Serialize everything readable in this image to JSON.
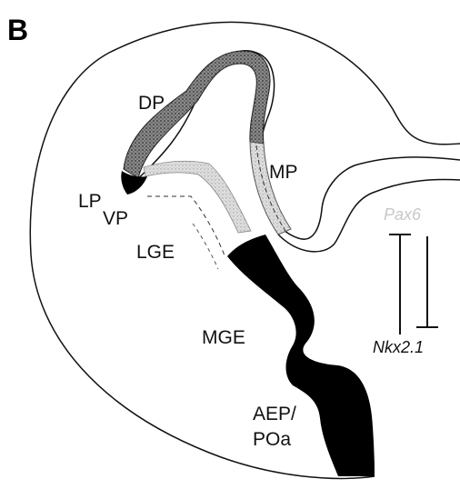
{
  "panel_letter": "B",
  "labels": {
    "dp": "DP",
    "mp": "MP",
    "lp": "LP",
    "vp": "VP",
    "lge": "LGE",
    "mge": "MGE",
    "aep_line1": "AEP/",
    "aep_line2": "POa"
  },
  "genes": {
    "pax6": "Pax6",
    "nkx21": "Nkx2.1"
  },
  "colors": {
    "outline": "#111111",
    "pax6_text": "#c8c8c8",
    "nkx_domain": "#000000",
    "dp_stipple": "#6f6f6f",
    "mp_stipple": "#c9c9c9"
  }
}
